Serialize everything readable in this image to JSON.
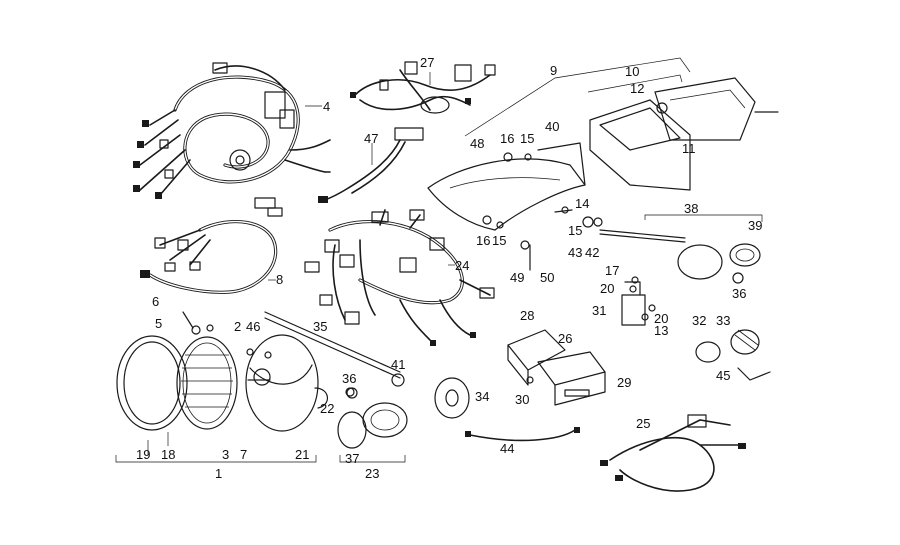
{
  "callouts": [
    {
      "id": "c1",
      "text": "1"
    },
    {
      "id": "c2",
      "text": "2"
    },
    {
      "id": "c3",
      "text": "3"
    },
    {
      "id": "c4",
      "text": "4"
    },
    {
      "id": "c5",
      "text": "5"
    },
    {
      "id": "c6",
      "text": "6"
    },
    {
      "id": "c7",
      "text": "7"
    },
    {
      "id": "c8",
      "text": "8"
    },
    {
      "id": "c9",
      "text": "9"
    },
    {
      "id": "c10",
      "text": "10"
    },
    {
      "id": "c11",
      "text": "11"
    },
    {
      "id": "c12",
      "text": "12"
    },
    {
      "id": "c13",
      "text": "13"
    },
    {
      "id": "c14",
      "text": "14"
    },
    {
      "id": "c15a",
      "text": "15"
    },
    {
      "id": "c15b",
      "text": "15"
    },
    {
      "id": "c15c",
      "text": "15"
    },
    {
      "id": "c16a",
      "text": "16"
    },
    {
      "id": "c16b",
      "text": "16"
    },
    {
      "id": "c17",
      "text": "17"
    },
    {
      "id": "c18",
      "text": "18"
    },
    {
      "id": "c19",
      "text": "19"
    },
    {
      "id": "c20a",
      "text": "20"
    },
    {
      "id": "c20b",
      "text": "20"
    },
    {
      "id": "c21",
      "text": "21"
    },
    {
      "id": "c22",
      "text": "22"
    },
    {
      "id": "c23",
      "text": "23"
    },
    {
      "id": "c24",
      "text": "24"
    },
    {
      "id": "c25",
      "text": "25"
    },
    {
      "id": "c26",
      "text": "26"
    },
    {
      "id": "c27",
      "text": "27"
    },
    {
      "id": "c28",
      "text": "28"
    },
    {
      "id": "c29",
      "text": "29"
    },
    {
      "id": "c30",
      "text": "30"
    },
    {
      "id": "c31",
      "text": "31"
    },
    {
      "id": "c32",
      "text": "32"
    },
    {
      "id": "c33",
      "text": "33"
    },
    {
      "id": "c34",
      "text": "34"
    },
    {
      "id": "c35",
      "text": "35"
    },
    {
      "id": "c36a",
      "text": "36"
    },
    {
      "id": "c36b",
      "text": "36"
    },
    {
      "id": "c37",
      "text": "37"
    },
    {
      "id": "c38",
      "text": "38"
    },
    {
      "id": "c39",
      "text": "39"
    },
    {
      "id": "c40",
      "text": "40"
    },
    {
      "id": "c41",
      "text": "41"
    },
    {
      "id": "c42",
      "text": "42"
    },
    {
      "id": "c43",
      "text": "43"
    },
    {
      "id": "c44",
      "text": "44"
    },
    {
      "id": "c45",
      "text": "45"
    },
    {
      "id": "c46",
      "text": "46"
    },
    {
      "id": "c47",
      "text": "47"
    },
    {
      "id": "c48",
      "text": "48"
    },
    {
      "id": "c49",
      "text": "49"
    },
    {
      "id": "c50",
      "text": "50"
    }
  ]
}
